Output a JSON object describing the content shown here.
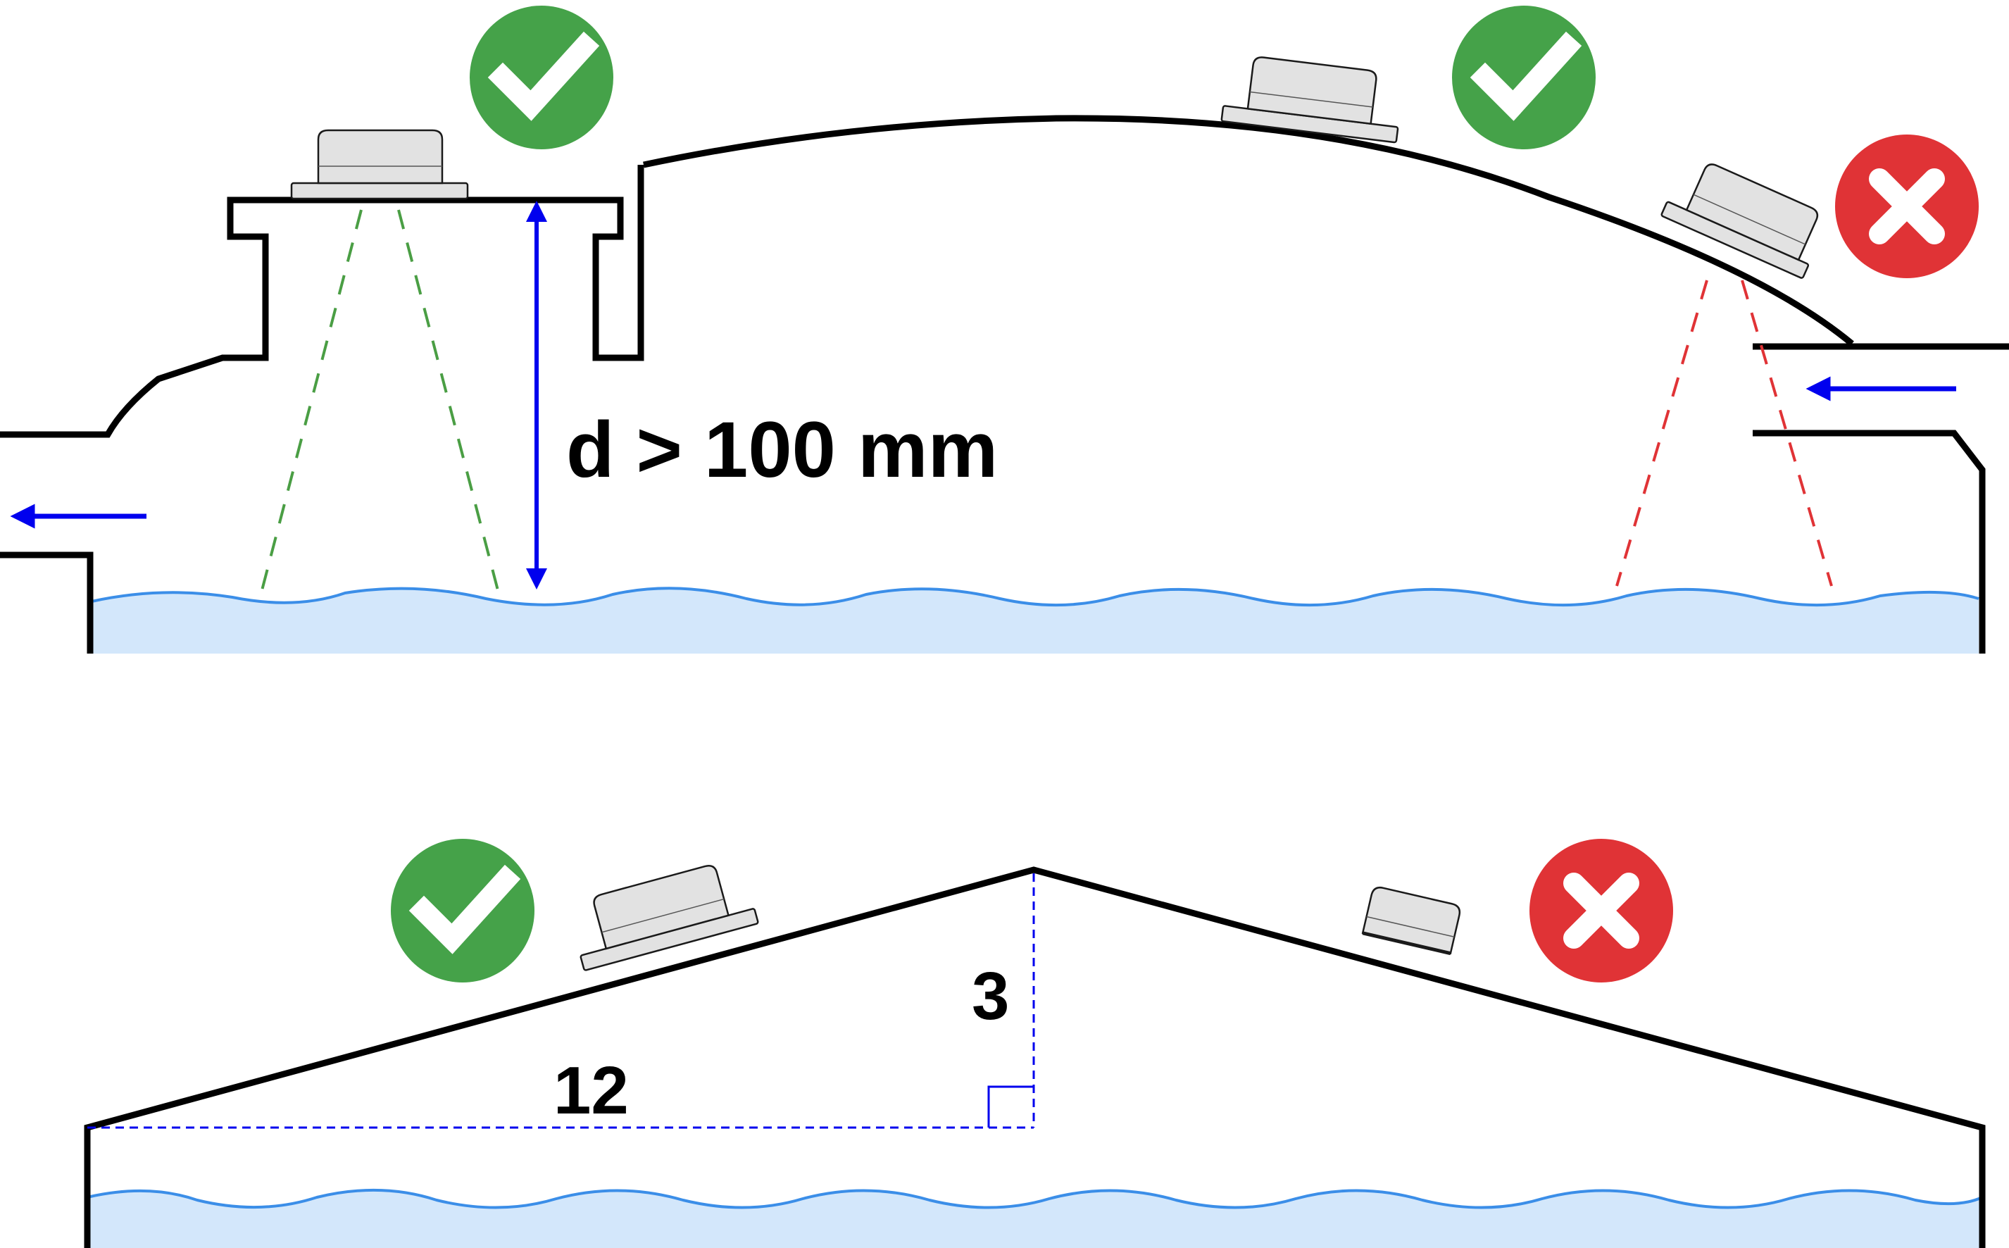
{
  "labels": {
    "distance": "d > 100 mm",
    "slope_run": "12",
    "slope_rise": "3"
  },
  "icons": {
    "ok": "check-icon",
    "bad": "cross-icon"
  },
  "colors": {
    "ok": "#45a249",
    "bad": "#e03336",
    "water_fill": "#d3e7fb",
    "water_line": "#3b8ee8",
    "arrow": "#0000ee",
    "beam_ok": "#4a9e44",
    "beam_bad": "#e03336",
    "outline": "#000000"
  }
}
